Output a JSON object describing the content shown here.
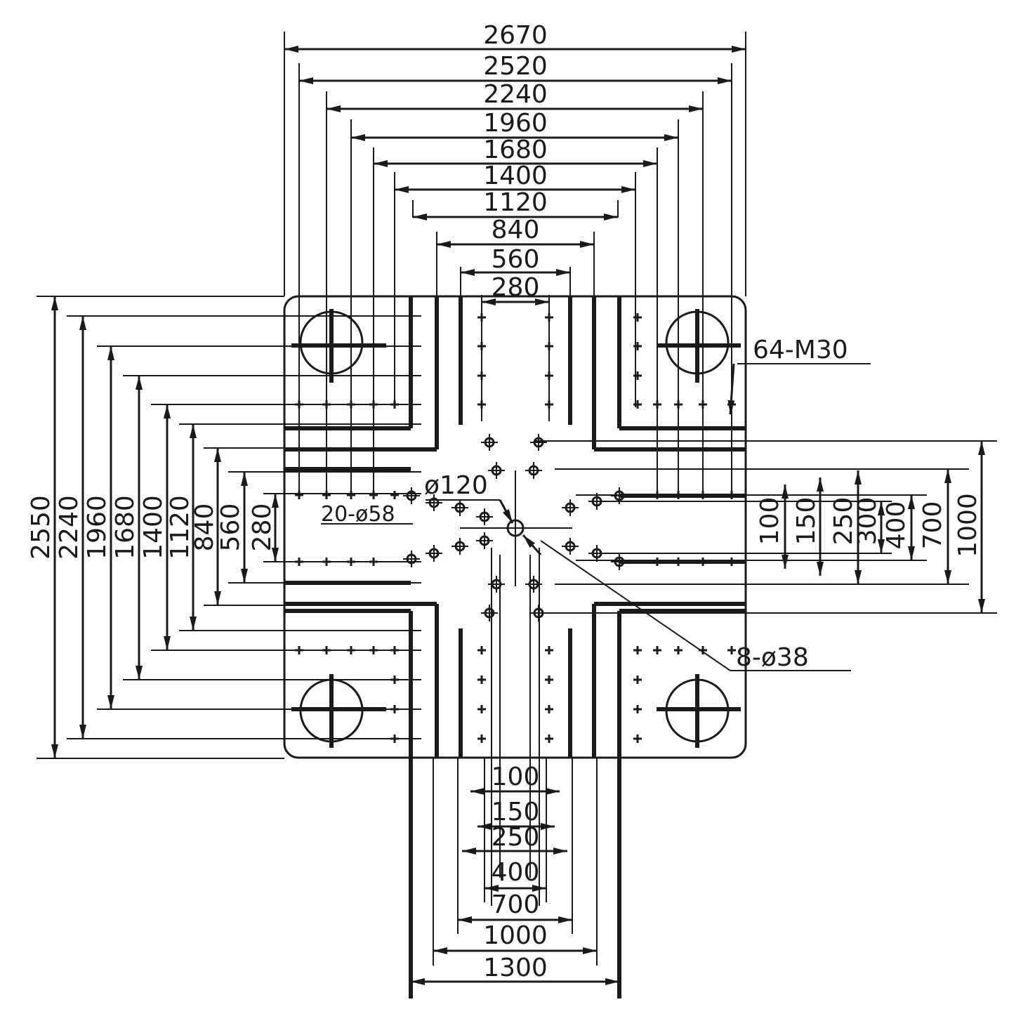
{
  "top_dimensions": [
    "2670",
    "2520",
    "2240",
    "1960",
    "1680",
    "1400",
    "1120",
    "840",
    "560",
    "280"
  ],
  "left_dimensions": [
    "2550",
    "2240",
    "1960",
    "1680",
    "1400",
    "1120",
    "840",
    "560",
    "280"
  ],
  "right_dimensions": [
    "100",
    "150",
    "250",
    "300",
    "400",
    "700",
    "1000"
  ],
  "bottom_dimensions": [
    "100",
    "150",
    "250",
    "400",
    "700",
    "1000",
    "1300"
  ],
  "callouts": {
    "threaded_holes": "64-M30",
    "center_hole": "ø120",
    "small_holes": "20-ø58",
    "corner_holes": "8-ø38"
  }
}
